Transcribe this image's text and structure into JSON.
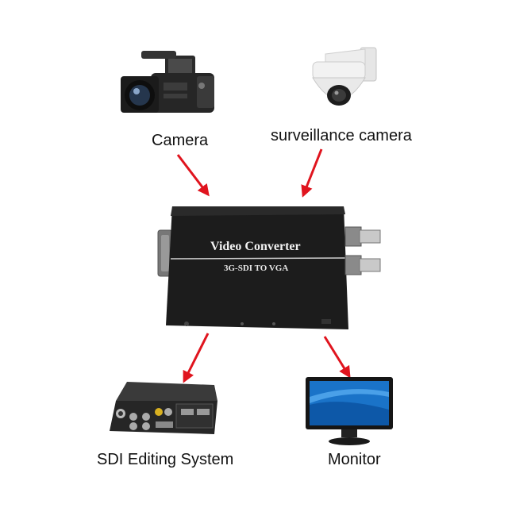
{
  "labels": {
    "camera": "Camera",
    "surveillance": "surveillance camera",
    "editing": "SDI Editing System",
    "monitor": "Monitor"
  },
  "device": {
    "title": "Video Converter",
    "subtitle": "3G-SDI TO VGA"
  },
  "colors": {
    "arrow": "#e0141e",
    "device_body": "#1c1c1c",
    "monitor_screen": "#1a73c8"
  },
  "icons": [
    "video-camera-icon",
    "dome-camera-icon",
    "editing-system-icon",
    "monitor-icon"
  ]
}
